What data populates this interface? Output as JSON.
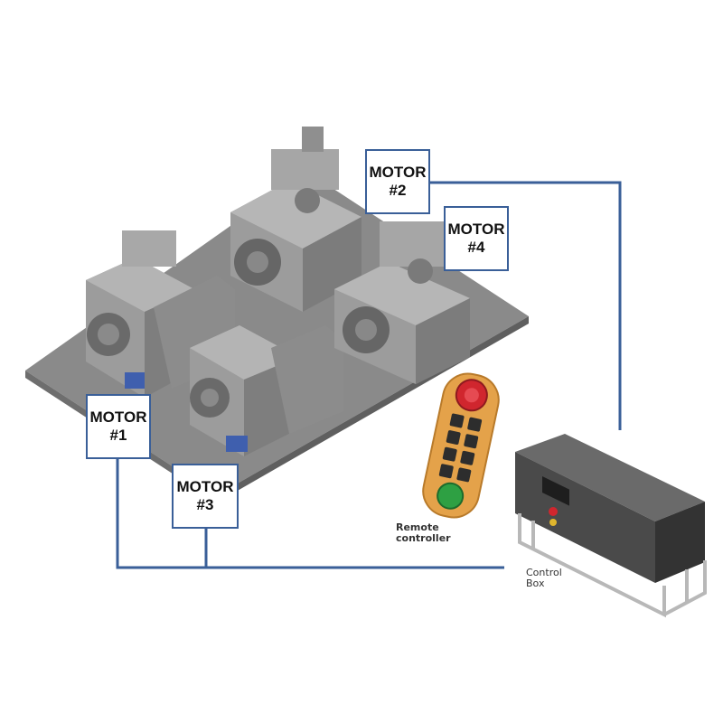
{
  "colors": {
    "wire": "#3a5f98",
    "platform": "#8a8a8a",
    "machine": "#9a9a9a",
    "remote_body": "#e4a24a",
    "remote_stop": "#d0262e",
    "remote_start": "#2ea043",
    "control_box": "#4a4a4a"
  },
  "motors": [
    {
      "line1": "MOTOR",
      "line2": "#1"
    },
    {
      "line1": "MOTOR",
      "line2": "#2"
    },
    {
      "line1": "MOTOR",
      "line2": "#3"
    },
    {
      "line1": "MOTOR",
      "line2": "#4"
    }
  ],
  "remote": {
    "line1": "Remote",
    "line2": "controller"
  },
  "control_box": {
    "line1": "Control",
    "line2": "Box"
  }
}
